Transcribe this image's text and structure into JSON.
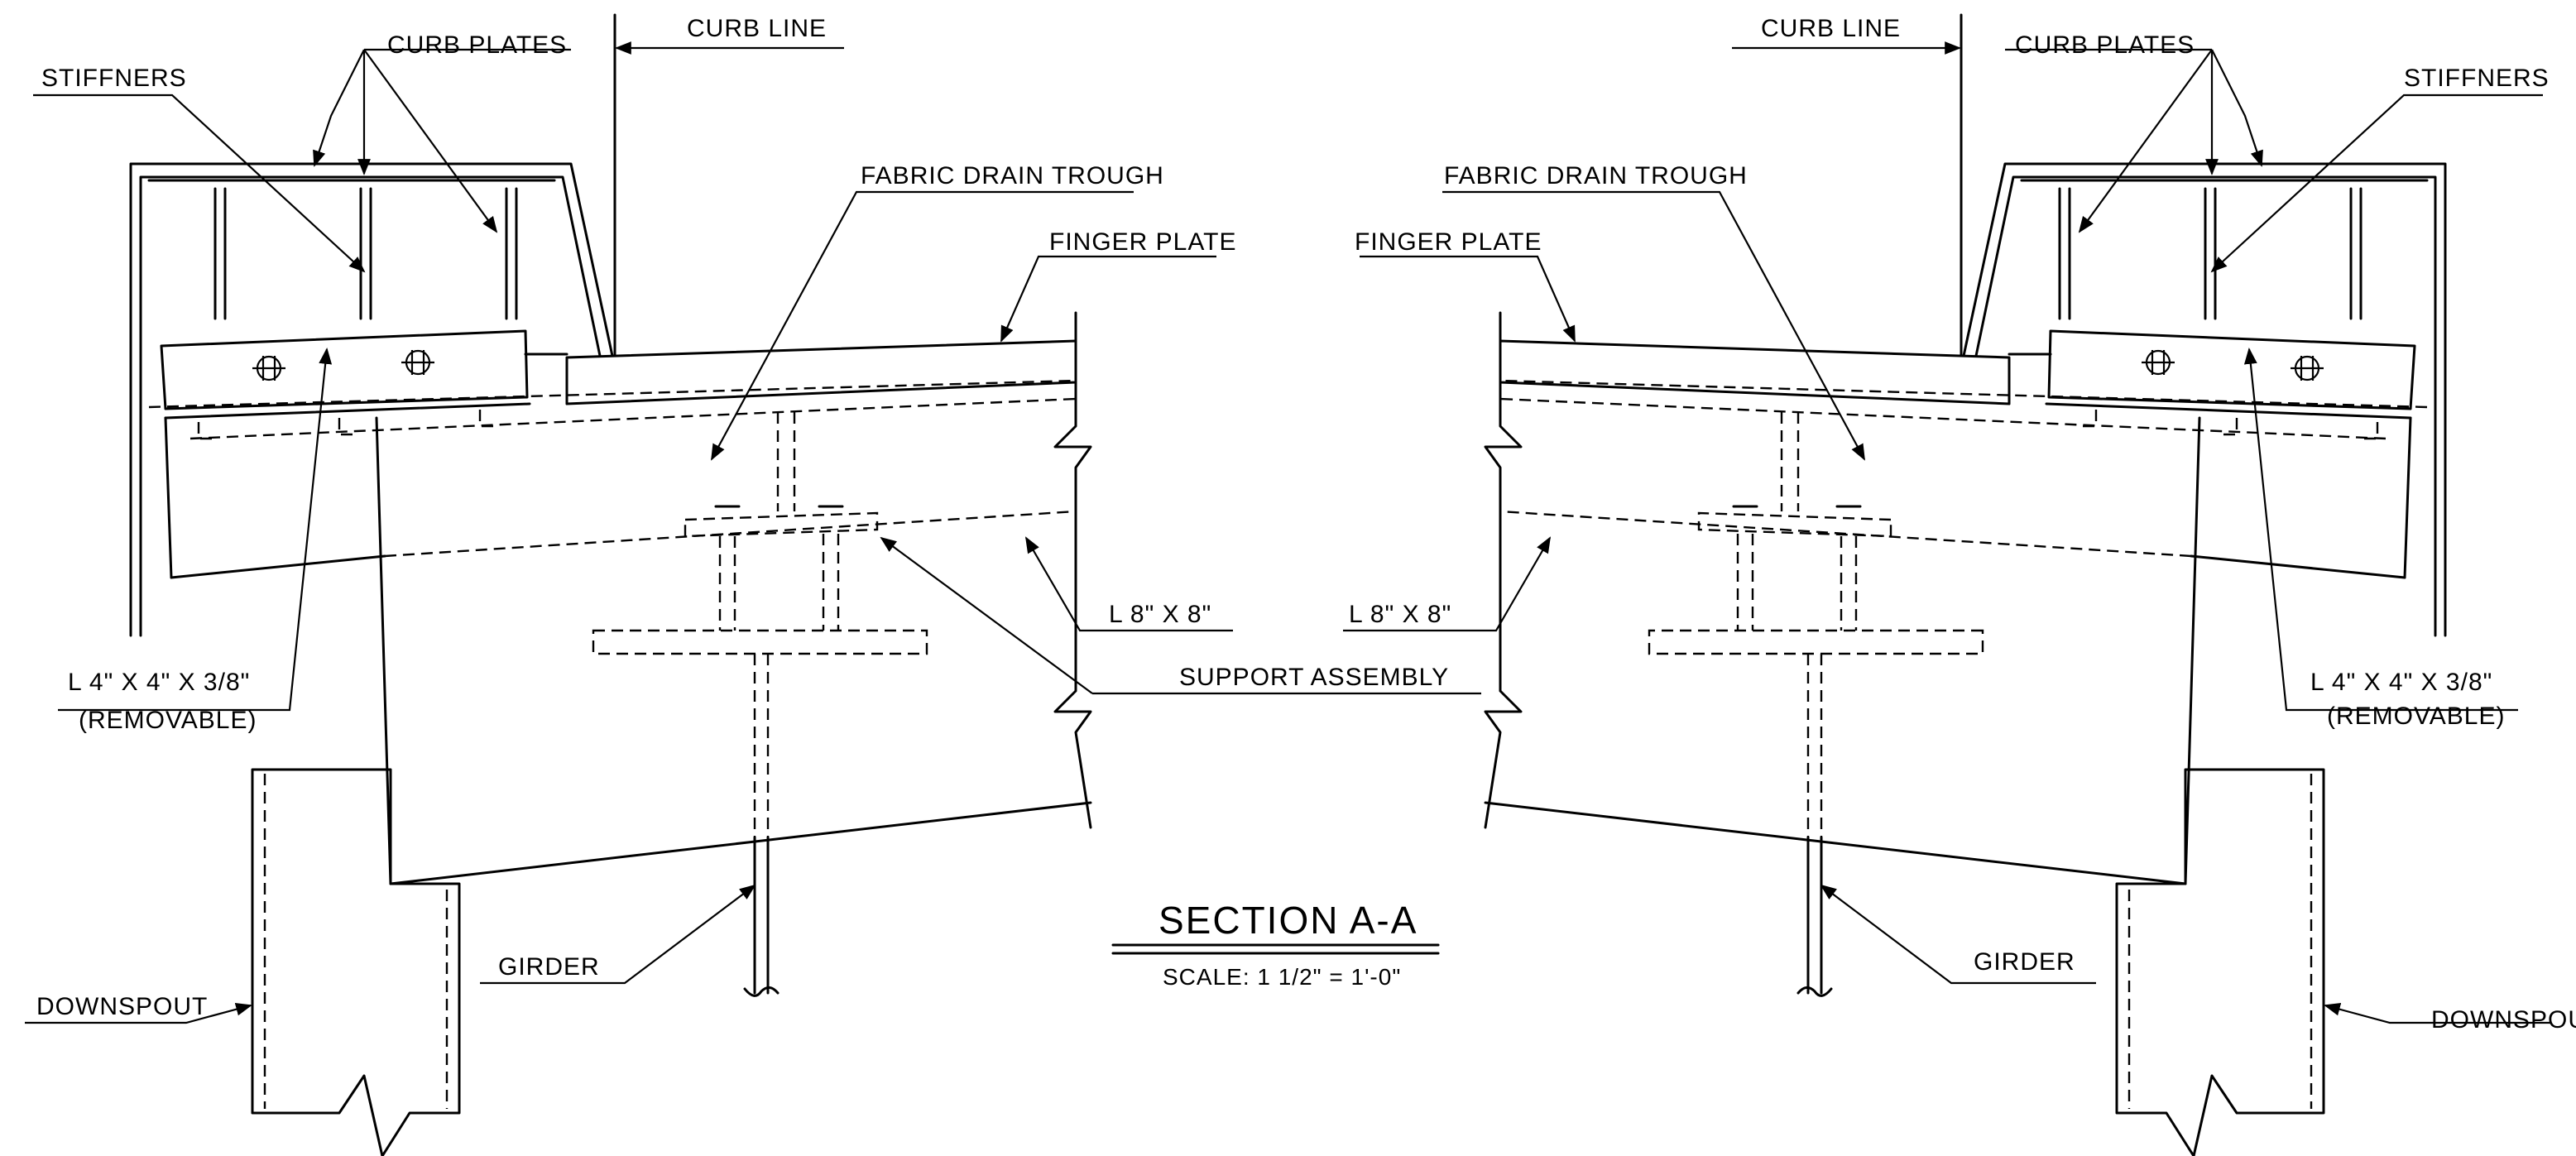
{
  "labels": {
    "curb_plates": "CURB PLATES",
    "curb_line": "CURB LINE",
    "stiffners": "STIFFNERS",
    "fabric_drain_trough": "FABRIC DRAIN TROUGH",
    "finger_plate": "FINGER PLATE",
    "angle_8x8": "L 8\" X 8\"",
    "support_assembly": "SUPPORT ASSEMBLY",
    "angle_4x4": "L 4\" X 4\" X 3/8\"",
    "removable": "(REMOVABLE)",
    "girder": "GIRDER",
    "downspout": "DOWNSPOUT"
  },
  "title": {
    "section": "SECTION A-A",
    "scale": "SCALE: 1 1/2\" = 1'-0\""
  }
}
